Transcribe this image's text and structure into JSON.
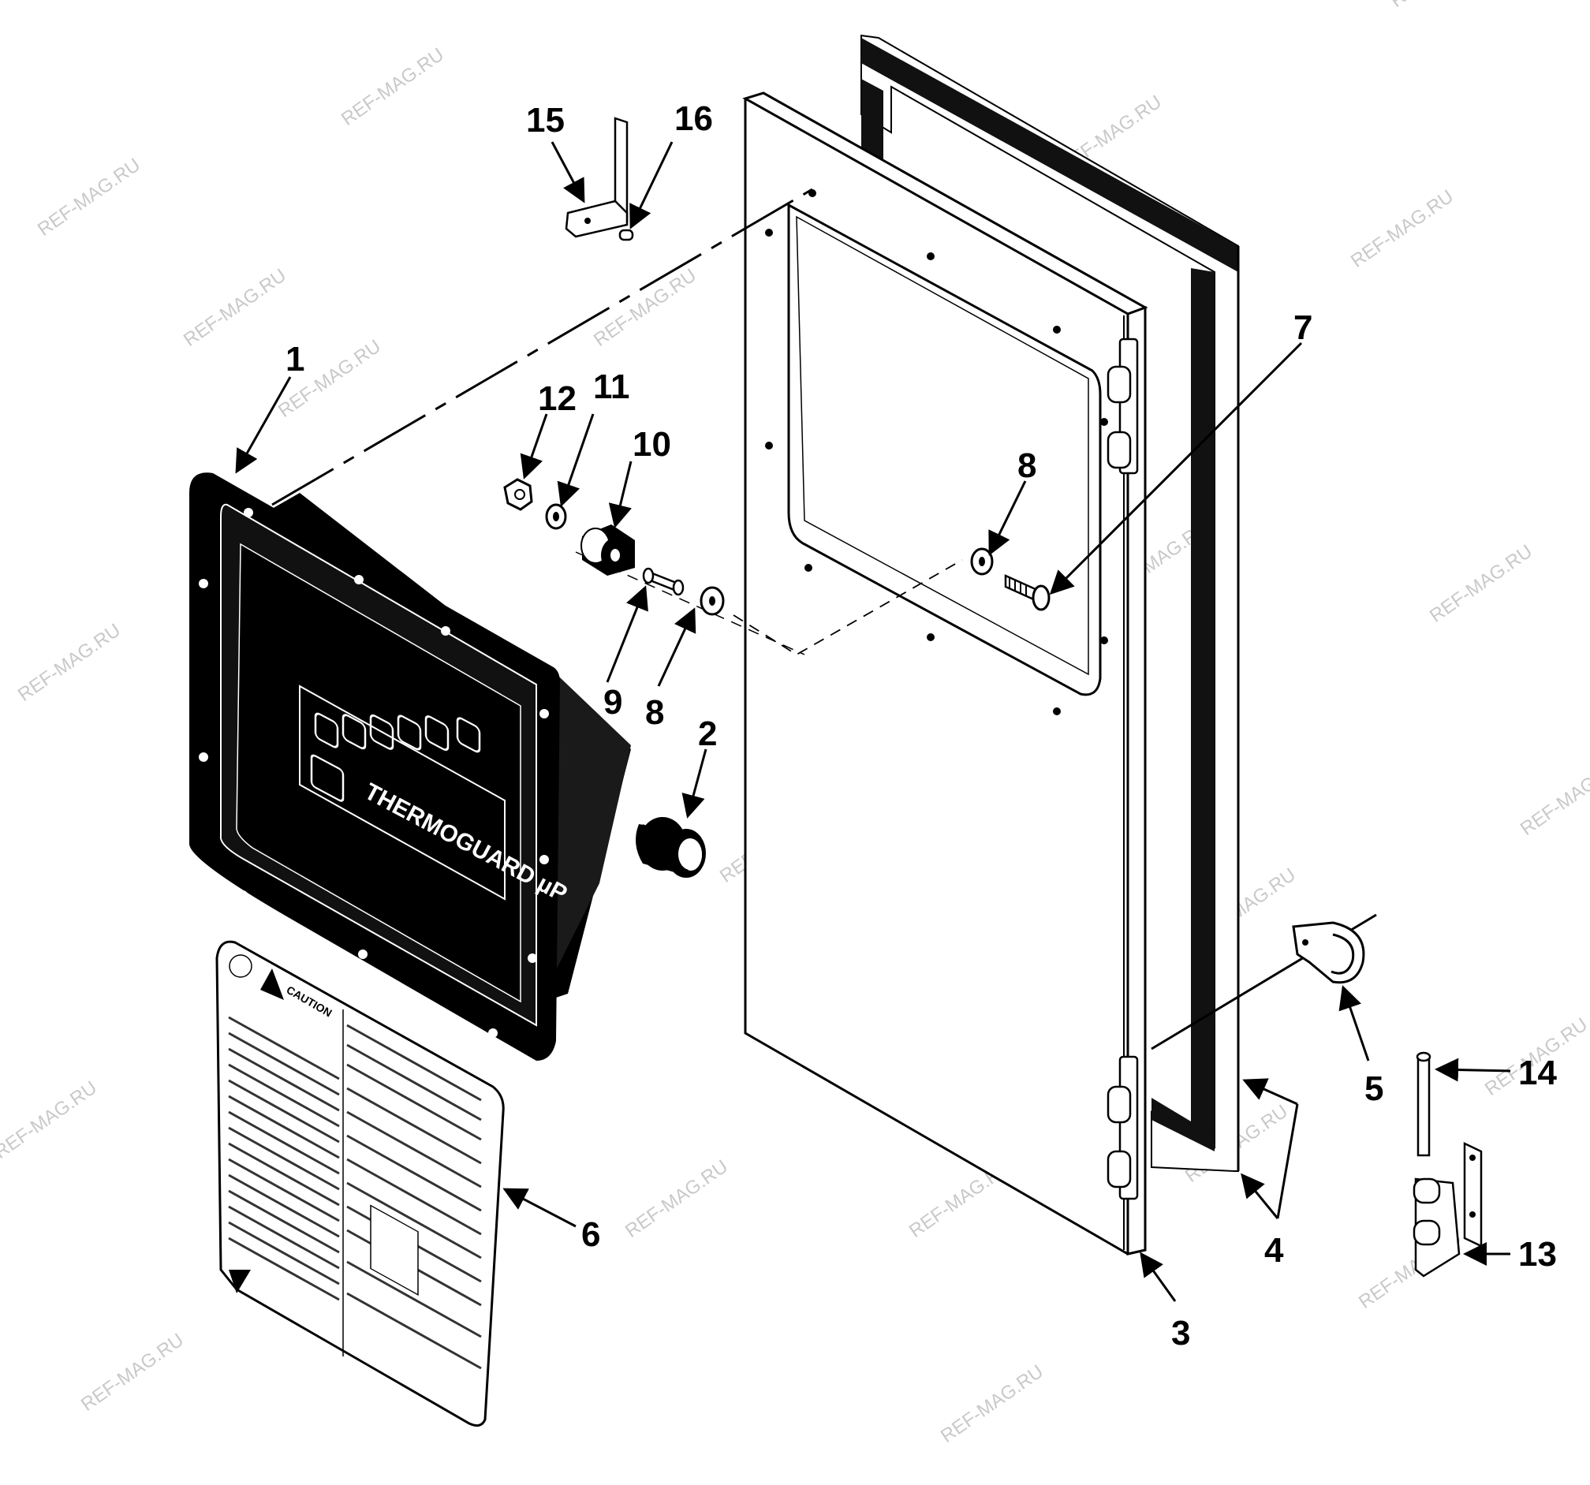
{
  "watermark": "REF-MAG.RU",
  "brand_text": "THERMOGUARD µP",
  "decal_text": "CAUTION",
  "callouts": {
    "c1": "1",
    "c2": "2",
    "c3": "3",
    "c4": "4",
    "c5": "5",
    "c6": "6",
    "c7": "7",
    "c8a": "8",
    "c8b": "8",
    "c9": "9",
    "c10": "10",
    "c11": "11",
    "c12": "12",
    "c13": "13",
    "c14": "14",
    "c15": "15",
    "c16": "16"
  }
}
